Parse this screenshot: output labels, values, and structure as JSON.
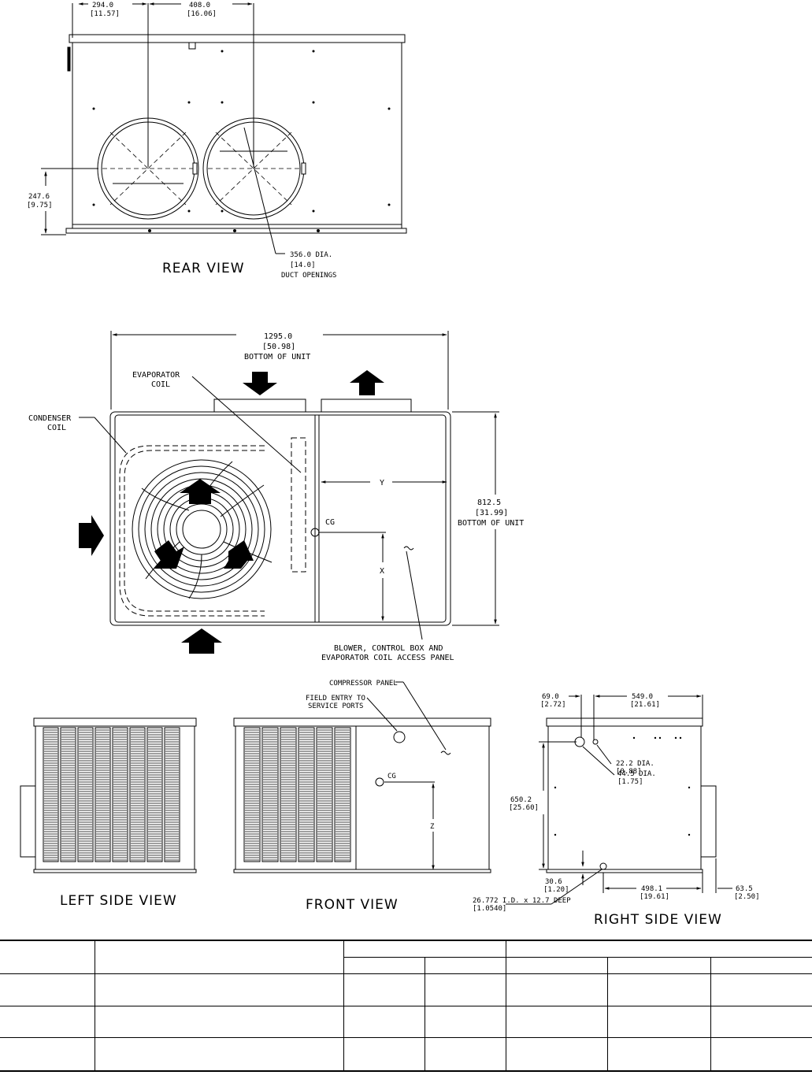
{
  "rear_view": {
    "title": "REAR VIEW",
    "dim_left": "294.0",
    "dim_left_in": "[11.57]",
    "dim_right": "408.0",
    "dim_right_in": "[16.06]",
    "dim_height": "247.6",
    "dim_height_in": "[9.75]",
    "duct_dia": "356.0  DIA.",
    "duct_dia_in": "[14.0]",
    "duct_label": "DUCT OPENINGS"
  },
  "top_view": {
    "width": "1295.0",
    "width_in": "[50.98]",
    "width_note": "BOTTOM OF UNIT",
    "depth": "812.5",
    "depth_in": "[31.99]",
    "depth_note": "BOTTOM OF UNIT",
    "evap_1": "EVAPORATOR",
    "evap_2": "COIL",
    "cond_1": "CONDENSER",
    "cond_2": "COIL",
    "cg": "CG",
    "y": "Y",
    "x": "X",
    "access_1": "BLOWER, CONTROL BOX AND",
    "access_2": "EVAPORATOR COIL ACCESS PANEL"
  },
  "left_view": {
    "title": "LEFT  SIDE  VIEW"
  },
  "front_view": {
    "title": "FRONT  VIEW",
    "compressor": "COMPRESSOR PANEL",
    "field_1": "FIELD ENTRY TO",
    "field_2": "SERVICE PORTS",
    "cg": "CG",
    "z": "Z"
  },
  "right_view": {
    "title": "RIGHT  SIDE  VIEW",
    "d69": "69.0",
    "d69_in": "[2.72]",
    "d549": "549.0",
    "d549_in": "[21.61]",
    "d222": "22.2   DIA.",
    "d222_in": "[0.88]",
    "d445": "44.5   DIA.",
    "d445_in": "[1.75]",
    "d650": "650.2",
    "d650_in": "[25.60]",
    "d306": "30.6",
    "d306_in": "[1.20]",
    "d498": "498.1",
    "d498_in": "[19.61]",
    "d635": "63.5",
    "d635_in": "[2.50]",
    "drain": "26.772    I.D. x 12.7 DEEP",
    "drain_in": "[1.0540]"
  }
}
